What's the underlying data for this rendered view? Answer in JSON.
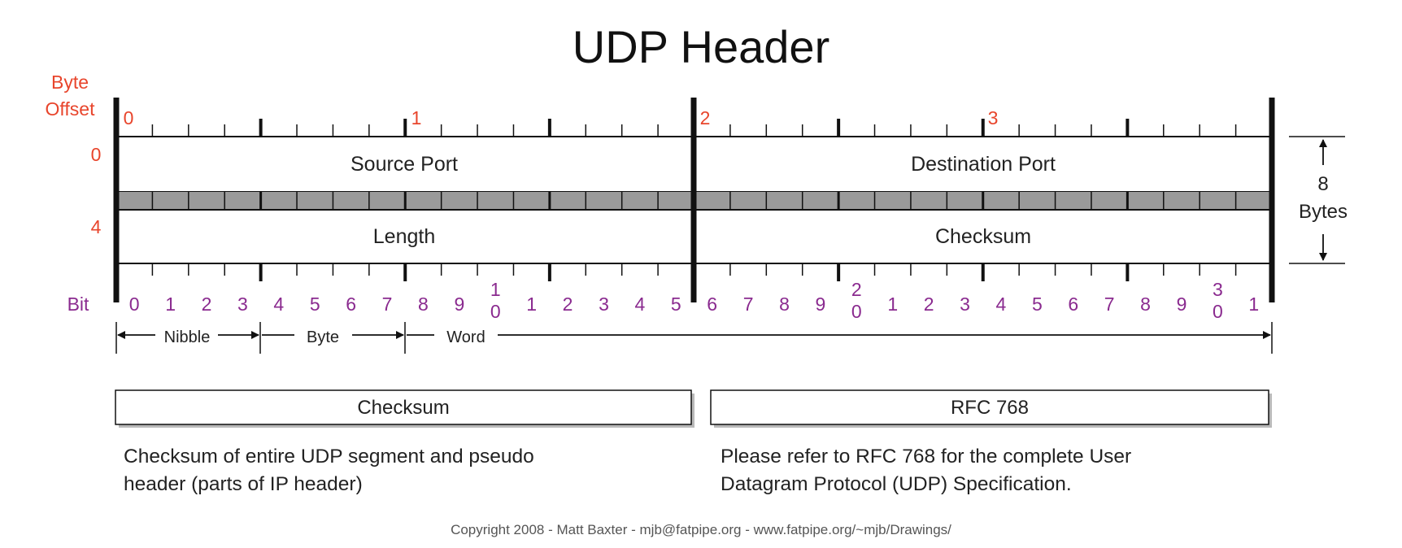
{
  "title": "UDP Header",
  "colors": {
    "offset": "#e8452c",
    "bit": "#8a2a8f",
    "line": "#111111",
    "box_shadow": "#b9b9b9"
  },
  "offset_labels": {
    "byte": "Byte",
    "offset": "Offset",
    "row0": "0",
    "row1": "4",
    "bit": "Bit"
  },
  "byte_numbers": [
    "0",
    "1",
    "2",
    "3"
  ],
  "fields": {
    "source_port": "Source Port",
    "destination_port": "Destination Port",
    "length": "Length",
    "checksum": "Checksum"
  },
  "size": {
    "value": "8",
    "unit": "Bytes"
  },
  "bits": [
    {
      "top": "",
      "bottom": "0"
    },
    {
      "top": "",
      "bottom": "1"
    },
    {
      "top": "",
      "bottom": "2"
    },
    {
      "top": "",
      "bottom": "3"
    },
    {
      "top": "",
      "bottom": "4"
    },
    {
      "top": "",
      "bottom": "5"
    },
    {
      "top": "",
      "bottom": "6"
    },
    {
      "top": "",
      "bottom": "7"
    },
    {
      "top": "",
      "bottom": "8"
    },
    {
      "top": "",
      "bottom": "9"
    },
    {
      "top": "1",
      "bottom": "0"
    },
    {
      "top": "",
      "bottom": "1"
    },
    {
      "top": "",
      "bottom": "2"
    },
    {
      "top": "",
      "bottom": "3"
    },
    {
      "top": "",
      "bottom": "4"
    },
    {
      "top": "",
      "bottom": "5"
    },
    {
      "top": "",
      "bottom": "6"
    },
    {
      "top": "",
      "bottom": "7"
    },
    {
      "top": "",
      "bottom": "8"
    },
    {
      "top": "",
      "bottom": "9"
    },
    {
      "top": "2",
      "bottom": "0"
    },
    {
      "top": "",
      "bottom": "1"
    },
    {
      "top": "",
      "bottom": "2"
    },
    {
      "top": "",
      "bottom": "3"
    },
    {
      "top": "",
      "bottom": "4"
    },
    {
      "top": "",
      "bottom": "5"
    },
    {
      "top": "",
      "bottom": "6"
    },
    {
      "top": "",
      "bottom": "7"
    },
    {
      "top": "",
      "bottom": "8"
    },
    {
      "top": "",
      "bottom": "9"
    },
    {
      "top": "3",
      "bottom": "0"
    },
    {
      "top": "",
      "bottom": "1"
    }
  ],
  "scale_labels": {
    "nibble": "Nibble",
    "byte": "Byte",
    "word": "Word"
  },
  "notes": {
    "checksum": {
      "heading": "Checksum",
      "line1": "Checksum of entire UDP segment and pseudo",
      "line2": "header (parts of IP header)"
    },
    "rfc": {
      "heading": "RFC 768",
      "line1": "Please refer to RFC 768 for the complete User",
      "line2": "Datagram Protocol (UDP) Specification."
    }
  },
  "copyright": "Copyright 2008 - Matt Baxter - mjb@fatpipe.org - www.fatpipe.org/~mjb/Drawings/"
}
